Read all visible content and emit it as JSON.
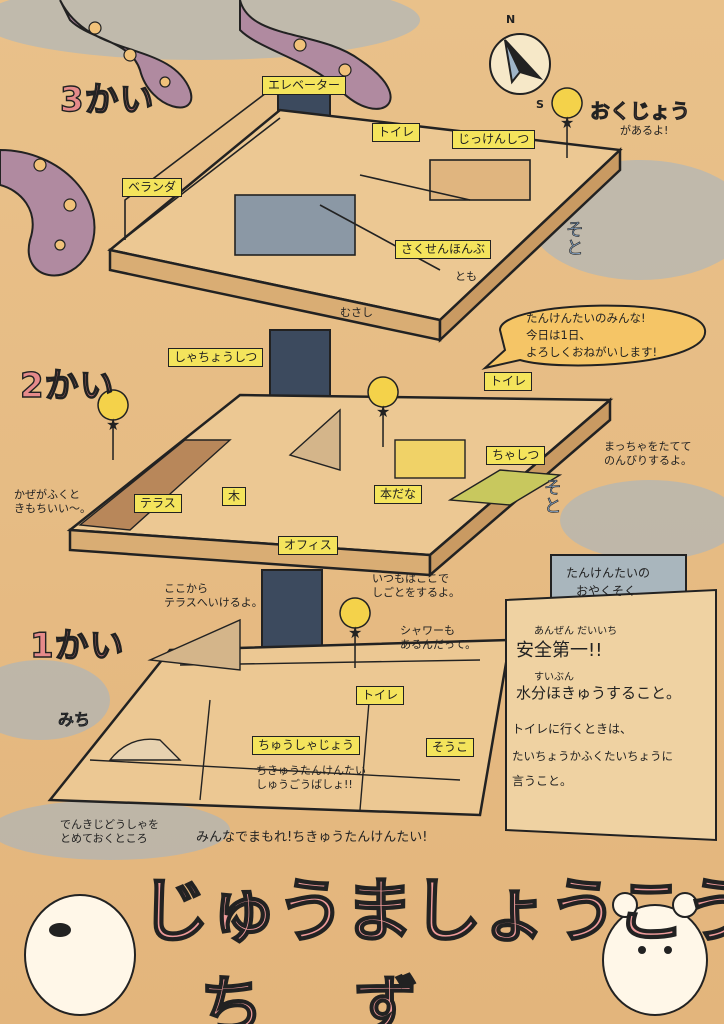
{
  "floors": {
    "f3": {
      "name": "3かい",
      "labels": {
        "elevator": "エレベーター",
        "toilet": "トイレ",
        "lab": "じっけんしつ",
        "veranda": "ベランダ",
        "hq": "さくせんほんぶ",
        "outside": "そと"
      }
    },
    "f2": {
      "name": "2かい",
      "labels": {
        "president": "しゃちょうしつ",
        "toilet": "トイレ",
        "tearoom": "ちゃしつ",
        "terrace": "テラス",
        "tree": "木",
        "bookshelf": "本だな",
        "office": "オフィス",
        "outside": "そと"
      }
    },
    "f1": {
      "name": "1かい",
      "labels": {
        "toilet": "トイレ",
        "parking": "ちゅうしゃじょう",
        "warehouse": "そうこ",
        "road": "みち"
      }
    }
  },
  "rooftop": {
    "title": "おくじょう",
    "sub": "があるよ!"
  },
  "compass": {
    "n": "N",
    "s": "S"
  },
  "characters": {
    "musashi": "むさし",
    "tomo": "とも"
  },
  "speech": {
    "l1": "たんけんたいのみんな!",
    "l2": "今日は1日、",
    "l3": "よろしくおねがいします!"
  },
  "notes": {
    "tea": [
      "まっちゃをたてて",
      "のんびりするよ。"
    ],
    "wind": [
      "かぜがふくと",
      "きもちいい〜。"
    ],
    "terrace_access": [
      "ここから",
      "テラスへいけるよ。"
    ],
    "work": [
      "いつもはここで",
      "しごとをするよ。"
    ],
    "shower": [
      "シャワーも",
      "あるんだって。"
    ],
    "parking_note": [
      "ちきゅうたんけんたい",
      "しゅうごうばしょ!!"
    ],
    "car": [
      "でんきじどうしゃを",
      "とめておくところ"
    ]
  },
  "rules": {
    "title1": "たんけんたいの",
    "title2": "おやくそく",
    "r1_ruby": "あんぜん だいいち",
    "r1": "安全第一!!",
    "r2_ruby": "すいぶん",
    "r2": "水分ほきゅうすること。",
    "r3a": "トイレに行くときは、",
    "r3b": "たいちょうかふくたいちょうに",
    "r3c": "言うこと。"
  },
  "slogan": "みんなでまもれ!ちきゅうたんけんたい!",
  "title": "じゅうましょうこう",
  "subtitle": "ちず",
  "colors": {
    "paper": "#e7bd86",
    "label": "#f4e45c",
    "pink": "#ee9a9a",
    "octopus": "#b08aa0"
  }
}
